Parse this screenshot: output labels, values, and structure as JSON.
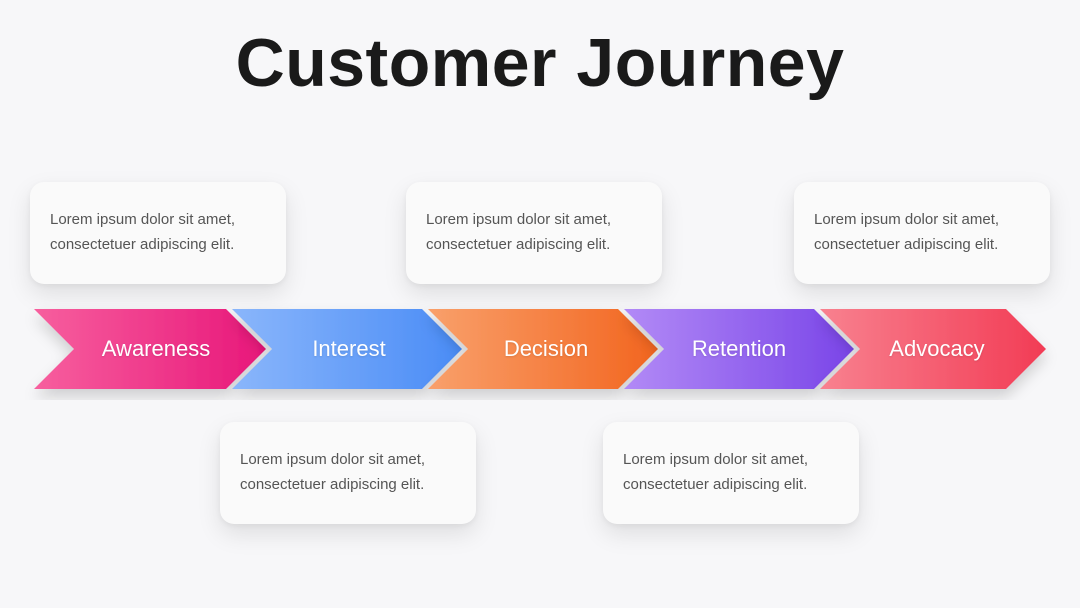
{
  "title": "Customer Journey",
  "stages": [
    {
      "label": "Awareness",
      "colors": [
        "#f75f9e",
        "#e8177a"
      ]
    },
    {
      "label": "Interest",
      "colors": [
        "#8ab6fb",
        "#4a8cf6"
      ]
    },
    {
      "label": "Decision",
      "colors": [
        "#f9a06b",
        "#f2651f"
      ]
    },
    {
      "label": "Retention",
      "colors": [
        "#b28af6",
        "#7a45e8"
      ]
    },
    {
      "label": "Advocacy",
      "colors": [
        "#f8818f",
        "#f23c55"
      ]
    }
  ],
  "cards": {
    "awareness": {
      "line1": "Lorem ipsum dolor sit amet,",
      "line2": "consectetuer adipiscing elit."
    },
    "interest": {
      "line1": "Lorem ipsum dolor sit amet,",
      "line2": "consectetuer adipiscing elit."
    },
    "decision": {
      "line1": "Lorem ipsum dolor sit amet,",
      "line2": "consectetuer adipiscing elit."
    },
    "retention": {
      "line1": "Lorem ipsum dolor sit amet,",
      "line2": "consectetuer adipiscing elit."
    },
    "advocacy": {
      "line1": "Lorem ipsum dolor sit amet,",
      "line2": "consectetuer adipiscing elit."
    }
  }
}
